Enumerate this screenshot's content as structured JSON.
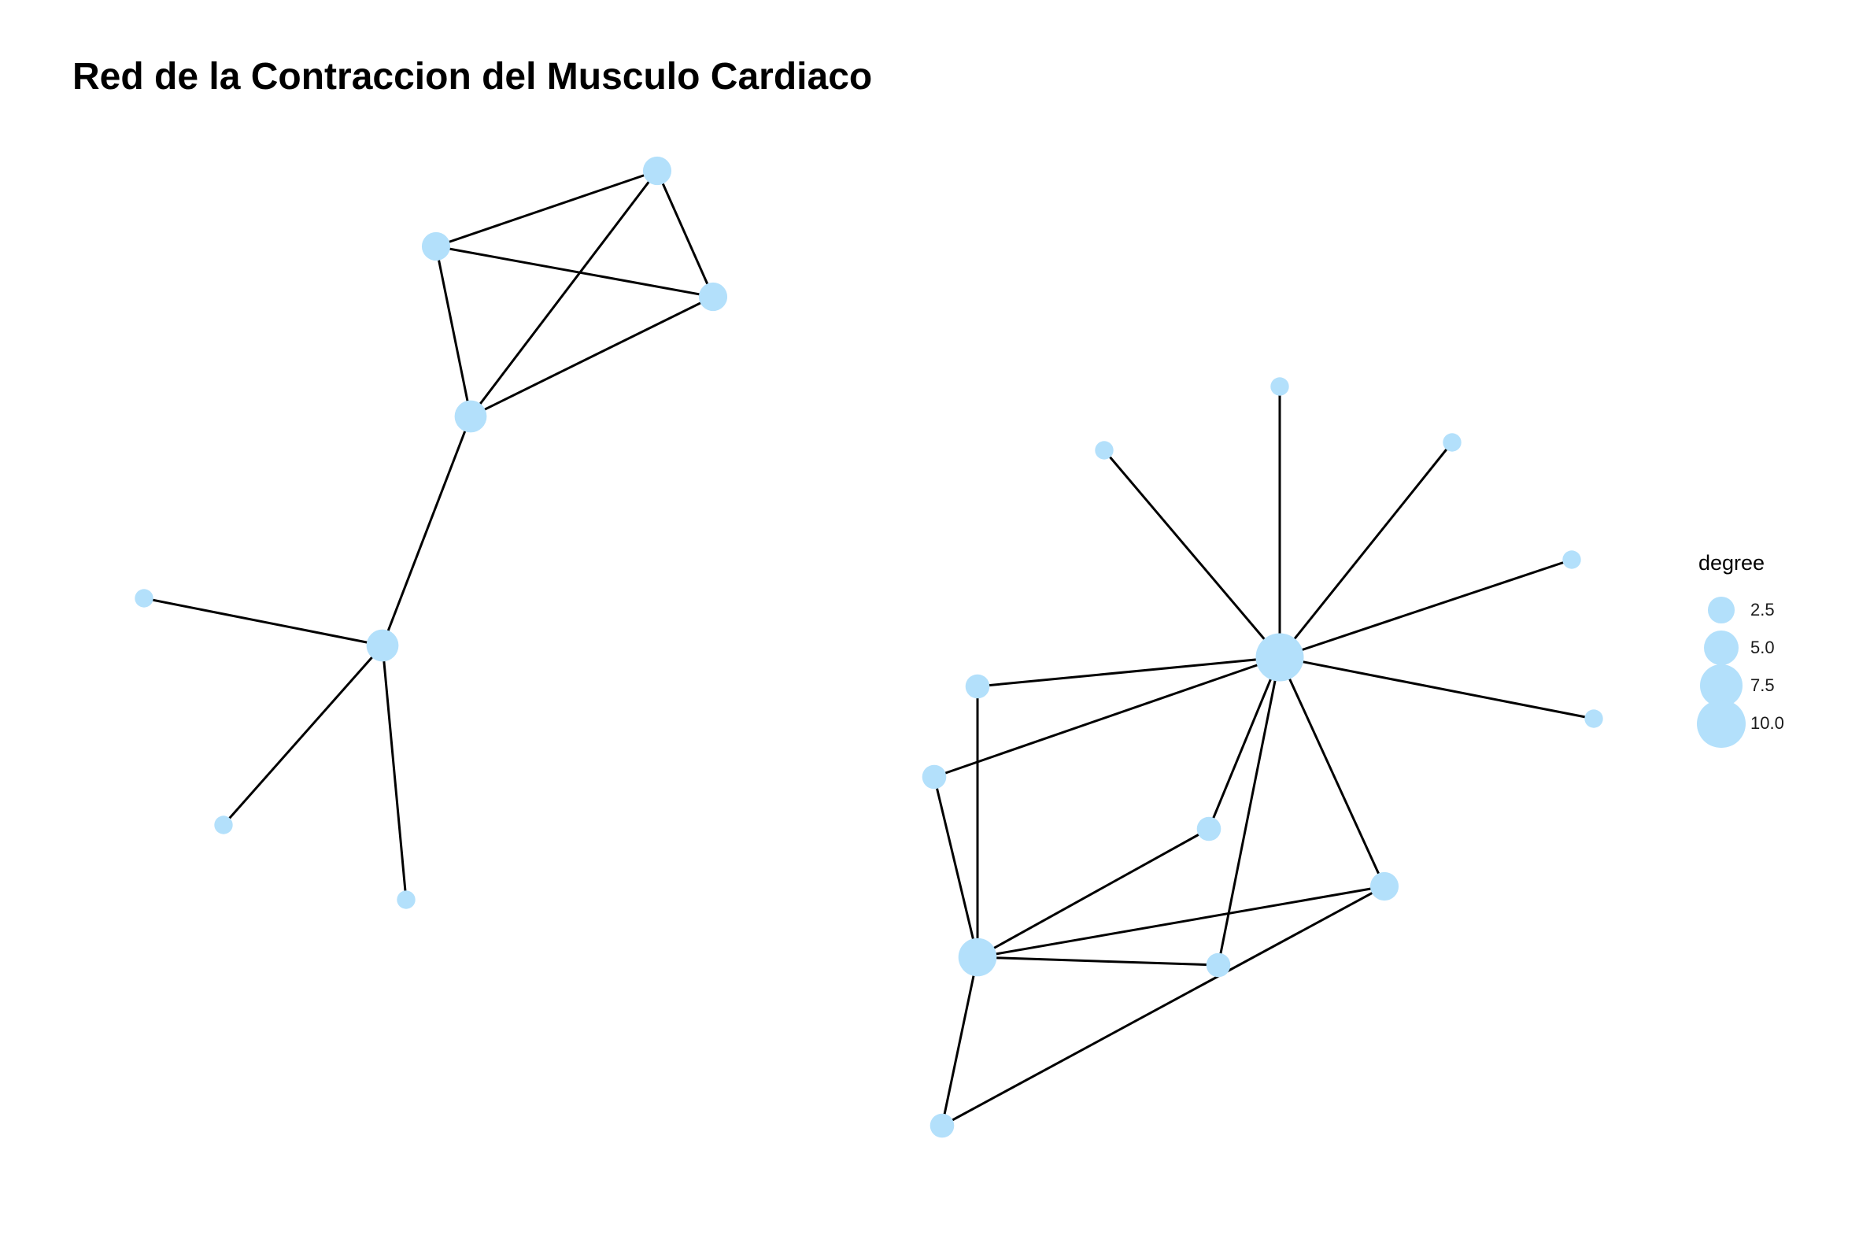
{
  "title": "Red de la Contraccion del Musculo Cardiaco",
  "node_color": "#b3e0fb",
  "edge_color": "#000000",
  "legend": {
    "title": "degree",
    "items": [
      {
        "label": "2.5",
        "value": 2.5
      },
      {
        "label": "5.0",
        "value": 5.0
      },
      {
        "label": "7.5",
        "value": 7.5
      },
      {
        "label": "10.0",
        "value": 10.0
      }
    ]
  },
  "edges": [
    [
      "a1",
      "a2"
    ],
    [
      "a1",
      "a3"
    ],
    [
      "a1",
      "a4"
    ],
    [
      "a2",
      "a3"
    ],
    [
      "a2",
      "a4"
    ],
    [
      "a3",
      "a4"
    ],
    [
      "a4",
      "a5"
    ],
    [
      "a5",
      "a6"
    ],
    [
      "a5",
      "a7"
    ],
    [
      "a5",
      "a8"
    ],
    [
      "h",
      "l1"
    ],
    [
      "h",
      "l2"
    ],
    [
      "h",
      "l3"
    ],
    [
      "h",
      "l4"
    ],
    [
      "h",
      "l5"
    ],
    [
      "h",
      "m1"
    ],
    [
      "h",
      "m2"
    ],
    [
      "h",
      "m3"
    ],
    [
      "h",
      "m4"
    ],
    [
      "h",
      "m5"
    ],
    [
      "m1",
      "b"
    ],
    [
      "m2",
      "b"
    ],
    [
      "m3",
      "b"
    ],
    [
      "m4",
      "b"
    ],
    [
      "m5",
      "b"
    ],
    [
      "b",
      "m6"
    ],
    [
      "m5",
      "m6"
    ]
  ]
}
